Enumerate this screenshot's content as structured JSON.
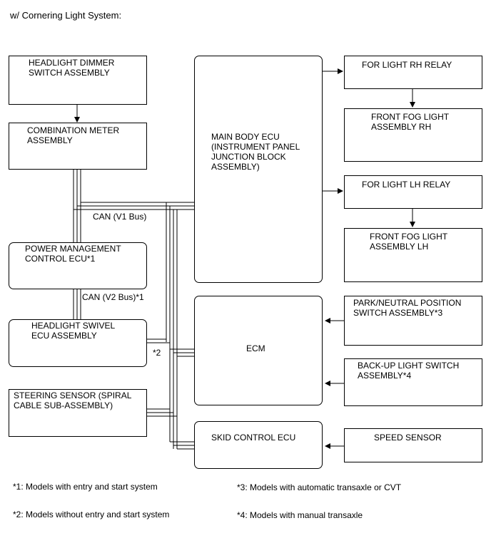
{
  "title": "w/ Cornering Light System:",
  "boxes": {
    "headlight_dimmer": "HEADLIGHT DIMMER\nSWITCH ASSEMBLY",
    "combination_meter": "COMBINATION METER\nASSEMBLY",
    "power_management": "POWER MANAGEMENT\nCONTROL ECU*1",
    "headlight_swivel": "HEADLIGHT SWIVEL\nECU ASSEMBLY",
    "steering_sensor": "STEERING SENSOR (SPIRAL\nCABLE SUB-ASSEMBLY)",
    "main_body_ecu": "MAIN BODY ECU\n(INSTRUMENT PANEL\nJUNCTION BLOCK\nASSEMBLY)",
    "ecm": "ECM",
    "skid_control": "SKID CONTROL ECU",
    "fog_rh_relay": "FOR LIGHT RH RELAY",
    "fog_rh_assy": "FRONT FOG LIGHT\nASSEMBLY RH",
    "fog_lh_relay": "FOR LIGHT LH RELAY",
    "fog_lh_assy": "FRONT FOG LIGHT\nASSEMBLY LH",
    "park_neutral": "PARK/NEUTRAL POSITION\nSWITCH ASSEMBLY*3",
    "backup_light": "BACK-UP LIGHT SWITCH\nASSEMBLY*4",
    "speed_sensor": "SPEED SENSOR"
  },
  "labels": {
    "can_v1": "CAN (V1 Bus)",
    "can_v2": "CAN (V2 Bus)*1",
    "note2_marker": "*2"
  },
  "footnotes": {
    "n1": "*1: Models with entry and start system",
    "n2": "*2: Models without entry and start system",
    "n3": "*3: Models with automatic transaxle or CVT",
    "n4": "*4: Models with manual transaxle"
  }
}
